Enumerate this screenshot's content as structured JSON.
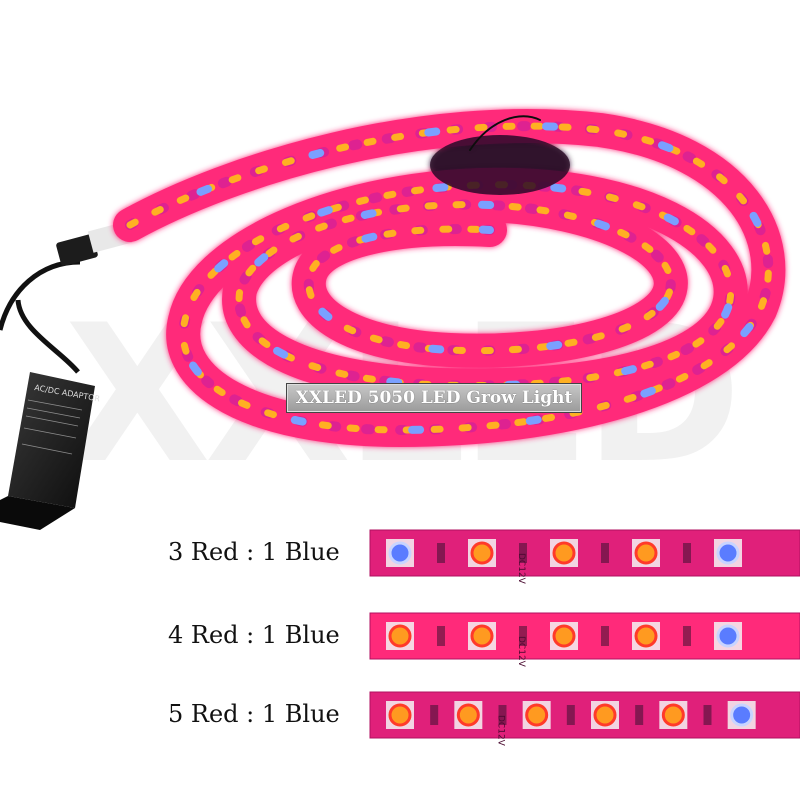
{
  "product_caption": "XXLED 5050 LED Grow Light",
  "watermark": "XXLED",
  "adapter_label": "AC/DC ADAPTOR",
  "strip_mark": "DC12V",
  "ratios": [
    {
      "label": "3 Red : 1 Blue",
      "pattern": [
        "B",
        "R",
        "R",
        "R",
        "B"
      ]
    },
    {
      "label": "4 Red : 1 Blue",
      "pattern": [
        "R",
        "R",
        "R",
        "R",
        "B"
      ]
    },
    {
      "label": "5 Red : 1 Blue",
      "pattern": [
        "R",
        "R",
        "R",
        "R",
        "R",
        "B"
      ]
    }
  ],
  "colors": {
    "strip_pink": "#ff2a7a",
    "strip_magenta": "#e0207a",
    "led_red": "#ff3a2a",
    "led_amber": "#ff9a20",
    "led_blue": "#5a7cff",
    "adapter_black": "#1c1c1c"
  }
}
